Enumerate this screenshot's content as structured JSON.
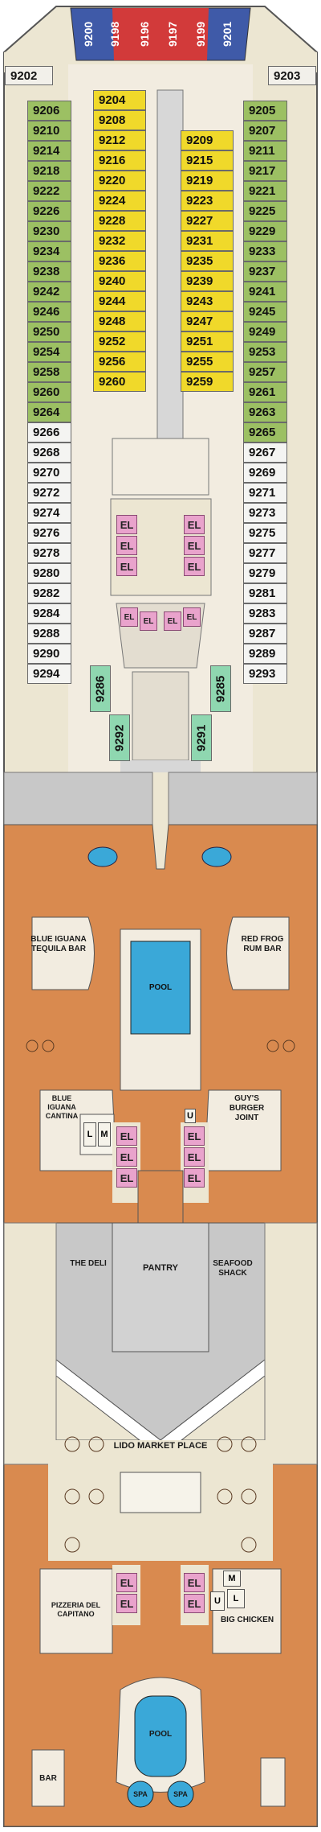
{
  "deck": {
    "bow_cabins": [
      "9200",
      "9198",
      "9196",
      "9197",
      "9199",
      "9201"
    ],
    "port_top_cabin": "9202",
    "starboard_top_cabin": "9203",
    "left_outer": [
      "9206",
      "9210",
      "9214",
      "9218",
      "9222",
      "9226",
      "9230",
      "9234",
      "9238",
      "9242",
      "9246",
      "9250",
      "9254",
      "9258",
      "9260",
      "9264",
      "9266",
      "9268",
      "9270",
      "9272",
      "9274",
      "9276",
      "9278",
      "9280",
      "9282",
      "9284",
      "9288",
      "9290",
      "9294"
    ],
    "left_inner": [
      "9204",
      "9208",
      "9212",
      "9216",
      "9220",
      "9224",
      "9228",
      "9232",
      "9236",
      "9240",
      "9244",
      "9248",
      "9252",
      "9256",
      "9260"
    ],
    "right_inner": [
      "9209",
      "9215",
      "9219",
      "9223",
      "9227",
      "9231",
      "9235",
      "9239",
      "9243",
      "9247",
      "9251",
      "9255",
      "9259"
    ],
    "right_outer": [
      "9205",
      "9207",
      "9211",
      "9217",
      "9221",
      "9225",
      "9229",
      "9233",
      "9237",
      "9241",
      "9245",
      "9249",
      "9253",
      "9257",
      "9261",
      "9263",
      "9265",
      "9267",
      "9269",
      "9271",
      "9273",
      "9275",
      "9277",
      "9279",
      "9281",
      "9283",
      "9287",
      "9289",
      "9293"
    ],
    "inner_aft_left": [
      "9286",
      "9292"
    ],
    "inner_aft_right": [
      "9285",
      "9291"
    ],
    "elevator_label": "EL"
  },
  "venues": {
    "blue_iguana_tequila_bar": "BLUE IGUANA TEQUILA BAR",
    "red_frog_rum_bar": "RED FROG RUM BAR",
    "pool_fwd": "POOL",
    "blue_iguana_cantina": "BLUE IGUANA CANTINA",
    "guys_burger_joint": "GUY'S BURGER JOINT",
    "pantry": "PANTRY",
    "the_deli": "THE DELI",
    "seafood_shack": "SEAFOOD SHACK",
    "lido_market_place": "LIDO MARKET PLACE",
    "pizzeria": "PIZZERIA DEL CAPITANO",
    "big_chicken": "BIG CHICKEN",
    "bar": "BAR",
    "pool_aft": "POOL",
    "spa1": "SPA",
    "spa2": "SPA",
    "restroom_l": "L",
    "restroom_m": "M",
    "restroom_u": "U"
  },
  "colors": {
    "balcony": "#9cc063",
    "inside": "#f0d92a",
    "oceanview": "#f4f4f2",
    "suite": "#3f5aa8",
    "elevator": "#e9a3cc",
    "deck_wood": "#d98a4f",
    "pool": "#3aa8d8",
    "interior": "#c8c8c8"
  }
}
